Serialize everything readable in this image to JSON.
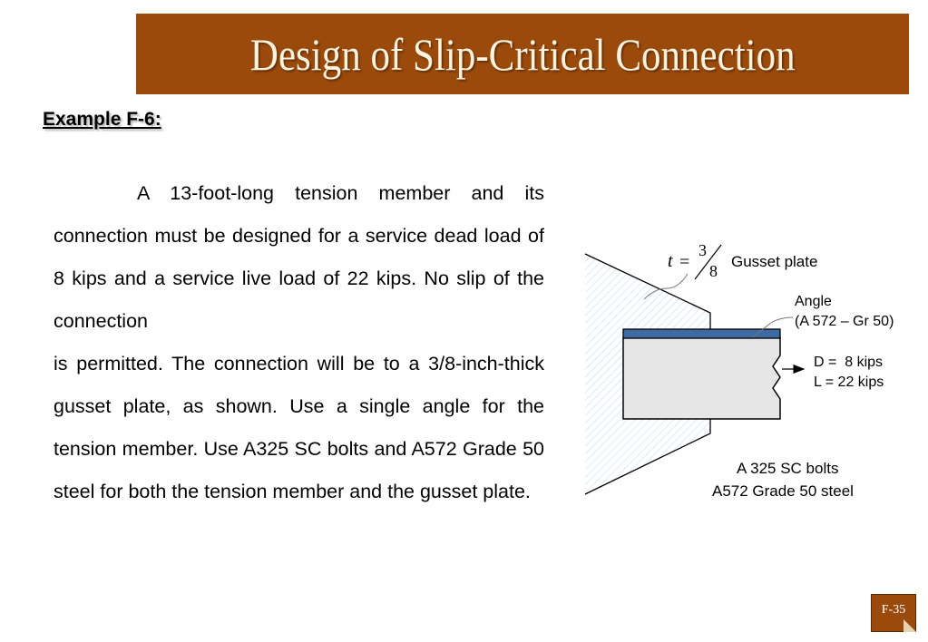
{
  "slide": {
    "title": "Design of Slip-Critical Connection",
    "example_label": "Example F-6:",
    "paragraphs": [
      "A 13-foot-long tension member and its connection must be designed for a service dead load of 8 kips and a service live load of 22 kips. No slip of the connection",
      "is permitted. The connection will be to a 3/8-inch-thick gusset plate, as shown. Use a single angle for the tension member. Use A325 SC bolts and A572 Grade 50 steel for both the tension member and the gusset plate."
    ],
    "page_number": "F-35"
  },
  "figure": {
    "t_symbol": "t",
    "equals": "=",
    "t_numerator": "3",
    "t_denominator": "8",
    "gusset_label": "Gusset plate",
    "angle_label_1": "Angle",
    "angle_label_2": "(A 572 – Gr 50)",
    "load_d": "D =  8 kips",
    "load_l": "L = 22 kips",
    "bolts_label": "A 325 SC bolts",
    "steel_label": "A572 Grade 50 steel",
    "colors": {
      "angle_flange": "#3f6aa1",
      "angle_body": "#e6e6e6",
      "hatch": "#b9d3e6"
    }
  }
}
